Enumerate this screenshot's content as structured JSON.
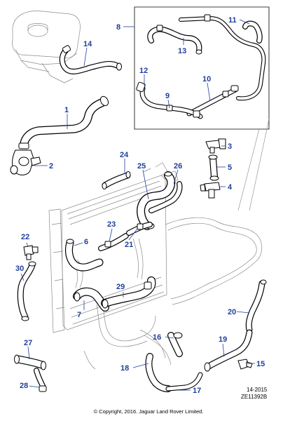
{
  "callouts": {
    "c1": "1",
    "c2": "2",
    "c3": "3",
    "c4": "4",
    "c5": "5",
    "c6": "6",
    "c7": "7",
    "c8": "8",
    "c9": "9",
    "c10": "10",
    "c11": "11",
    "c12": "12",
    "c13": "13",
    "c14": "14",
    "c15": "15",
    "c16": "16",
    "c17": "17",
    "c18": "18",
    "c19": "19",
    "c20": "20",
    "c21": "21",
    "c22": "22",
    "c23": "23",
    "c24": "24",
    "c25": "25",
    "c26": "26",
    "c27": "27",
    "c28": "28",
    "c29": "29",
    "c30": "30"
  },
  "reference": {
    "code": "14-2015",
    "drawing_id": "ZE11392B"
  },
  "copyright": "© Copyright, 2016. Jaguar Land Rover Limited.",
  "colors": {
    "callout": "#1f3f9c",
    "line": "#000000",
    "ghost": "#8a8a8a"
  }
}
